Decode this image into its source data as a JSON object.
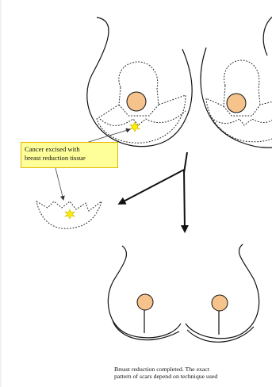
{
  "callout": {
    "line1": "Cancer excised with",
    "line2": "breast reduction tissue"
  },
  "caption": {
    "line1": "Breast reduction completed. The exact",
    "line2": "pattern of scars depend on technique used"
  },
  "colors": {
    "nipple": "#f6c38c",
    "callout_bg": "#ffff99",
    "tumor": "#ffee00",
    "outline": "#111111"
  },
  "icons": {
    "tumor": "tumor-starburst-icon"
  }
}
